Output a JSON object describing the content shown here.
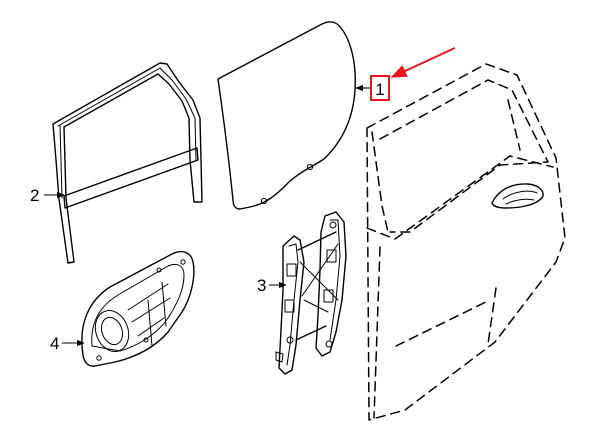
{
  "diagram": {
    "callouts": [
      {
        "id": "1",
        "label": "1",
        "highlighted": true
      },
      {
        "id": "2",
        "label": "2",
        "highlighted": false
      },
      {
        "id": "3",
        "label": "3",
        "highlighted": false
      },
      {
        "id": "4",
        "label": "4",
        "highlighted": false
      }
    ],
    "parts": [
      {
        "callout": "1",
        "shape": "door-glass-icon"
      },
      {
        "callout": "2",
        "shape": "glass-run-channel-icon"
      },
      {
        "callout": "3",
        "shape": "window-regulator-icon"
      },
      {
        "callout": "4",
        "shape": "regulator-carrier-panel-icon"
      }
    ],
    "reference_outline": "rear-door-outline-icon",
    "colors": {
      "line": "#000000",
      "highlight": "#e8141e",
      "background": "#ffffff"
    }
  }
}
